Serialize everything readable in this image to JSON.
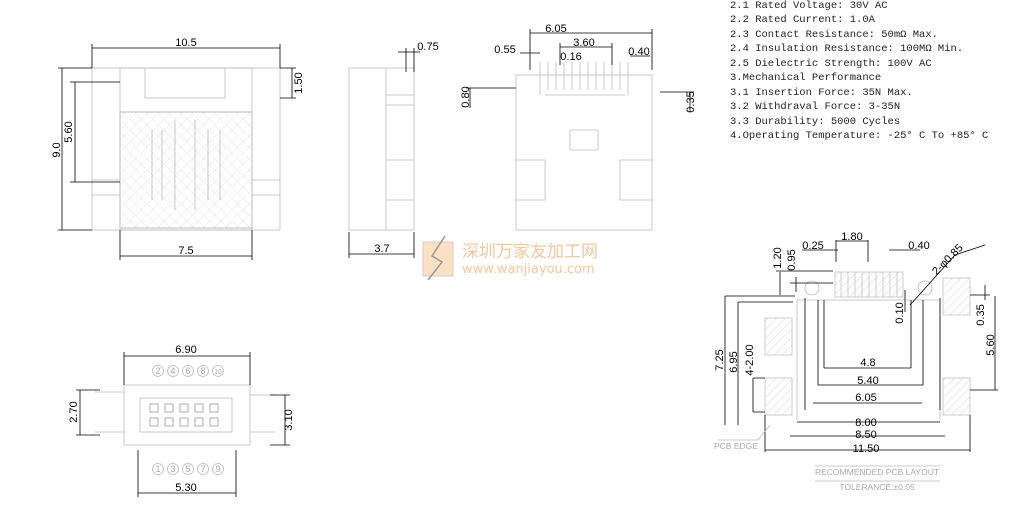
{
  "specs": [
    "2.1 Rated Voltage: 30V AC",
    "2.2 Rated Current: 1.0A",
    "2.3 Contact Resistance: 50mΩ Max.",
    "2.4 Insulation Resistance: 100MΩ Min.",
    "2.5 Dielectric Strength: 100V AC",
    "3.Mechanical Performance",
    "3.1 Insertion Force: 35N Max.",
    "3.2 Withdraval Force: 3-35N",
    "3.3 Durability: 5000 Cycles",
    "4.Operating Temperature: -25° C To +85° C"
  ],
  "front_view": {
    "width": "10.5",
    "top": "1.50",
    "inner_h": "5.60",
    "height": "9.0",
    "bottom": "7.5"
  },
  "side_view": {
    "top": "0.75",
    "width": "3.7"
  },
  "top_view": {
    "overall": "6.05",
    "left": "0.55",
    "pitch_span": "3.60",
    "right": "0.40",
    "pin": "0.16",
    "left_h": "0.80",
    "right_h": "0.35"
  },
  "face_view": {
    "top": "6.90",
    "left": "2.70",
    "right": "3.10",
    "bottom": "5.30",
    "pins_top": [
      "2",
      "4",
      "6",
      "8",
      "10"
    ],
    "pins_bottom": [
      "1",
      "3",
      "5",
      "7",
      "9"
    ]
  },
  "pcb": {
    "d1_80": "1.80",
    "d0_25": "0.25",
    "d0_40": "0.40",
    "d1_20": "1.20",
    "d0_95": "0.95",
    "holes": "2-φ0.85",
    "d0_10": "0.10",
    "d0_35": "0.35",
    "d5_60": "5.60",
    "d7_25": "7.25",
    "d6_95": "6.95",
    "pads": "4-2.00",
    "d4_8": "4.8",
    "d5_40": "5.40",
    "d6_05": "6.05",
    "d8_00": "8.00",
    "d8_50": "8.50",
    "d11_50": "11.50",
    "edge": "PCB EDGE",
    "title": "RECOMMENDED PCB LAYOUT",
    "tolerance": "TOLERANCE:±0.05"
  },
  "watermark": {
    "cn": "深圳万家友加工网",
    "url": "www.wanjiayou.com"
  }
}
